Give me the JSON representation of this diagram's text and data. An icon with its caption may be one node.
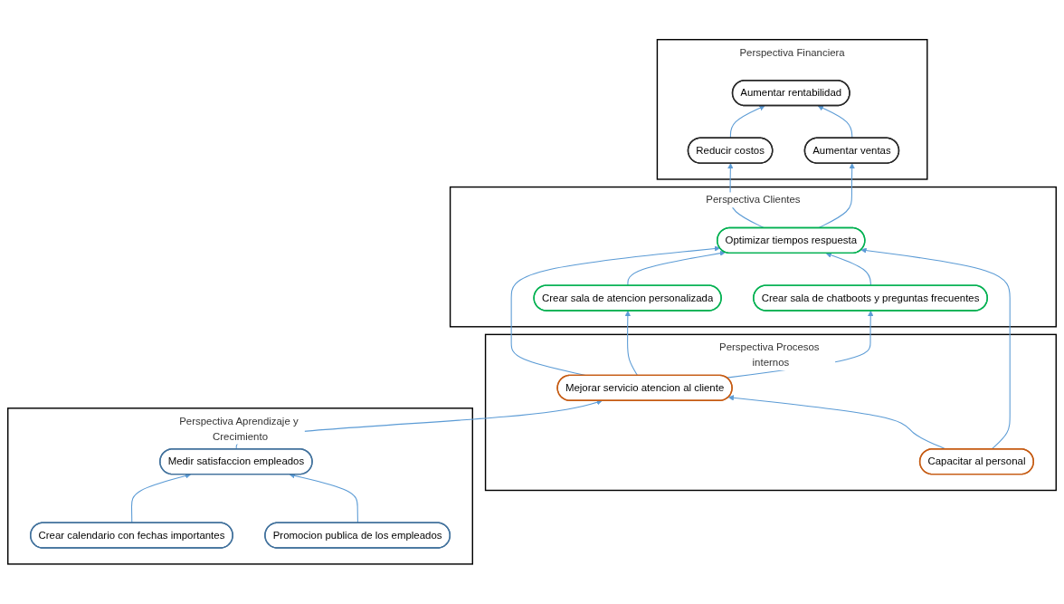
{
  "diagram": {
    "nodes": [
      {
        "text": [
          "Perspectiva Financiera"
        ]
      },
      {
        "text": [
          "Aumentar ventas"
        ],
        "in": 0
      },
      {
        "text": [
          "Aumentar rentabilidad"
        ],
        "in": 0
      },
      {
        "text": [
          "Reducir costos"
        ],
        "in": 0
      },
      {
        "text": [
          "Perspectiva Clientes"
        ]
      },
      {
        "text": [
          "Crear sala de chatboots y preguntas frecuentes"
        ],
        "in": 4
      },
      {
        "text": [
          "Crear sala de atencion personalizada"
        ],
        "in": 4
      },
      {
        "text": [
          "Optimizar tiempos respuesta"
        ],
        "in": 4
      },
      {
        "text": [
          "Perspectiva Procesos internos"
        ]
      },
      {
        "text": [
          "Mejorar servicio atencion al cliente"
        ],
        "in": 8
      },
      {
        "text": [
          "Capacitar al personal"
        ],
        "in": 8
      },
      {
        "text": [
          "Perspectiva Aprendizaje y Crecimiento"
        ]
      },
      {
        "text": [
          "Crear calendario con fechas importantes"
        ],
        "in": 11
      },
      {
        "text": [
          "Medir satisfaccion empleados"
        ],
        "in": 11
      },
      {
        "text": [
          "Promocion publica de los empleados"
        ],
        "in": 11
      }
    ],
    "edges": [
      {
        "from": 1,
        "to": 2,
        "arrow": "to"
      },
      {
        "from": 3,
        "to": 2,
        "arrow": "to"
      },
      {
        "from": 7,
        "to": 1,
        "arrow": "to"
      },
      {
        "from": 7,
        "to": 3,
        "arrow": "to"
      },
      {
        "from": 5,
        "to": 7,
        "arrow": "to"
      },
      {
        "from": 6,
        "to": 7,
        "arrow": "to"
      },
      {
        "from": 9,
        "to": 5,
        "arrow": "to"
      },
      {
        "from": 9,
        "to": 6,
        "arrow": "to"
      },
      {
        "from": 9,
        "to": 7,
        "arrow": "to"
      },
      {
        "from": 10,
        "to": 7,
        "arrow": "to"
      },
      {
        "from": 10,
        "to": 9,
        "arrow": "to"
      },
      {
        "from": 13,
        "to": 9,
        "arrow": "to"
      },
      {
        "from": 12,
        "to": 13,
        "arrow": "to"
      },
      {
        "from": 14,
        "to": 13,
        "arrow": "to"
      }
    ]
  }
}
